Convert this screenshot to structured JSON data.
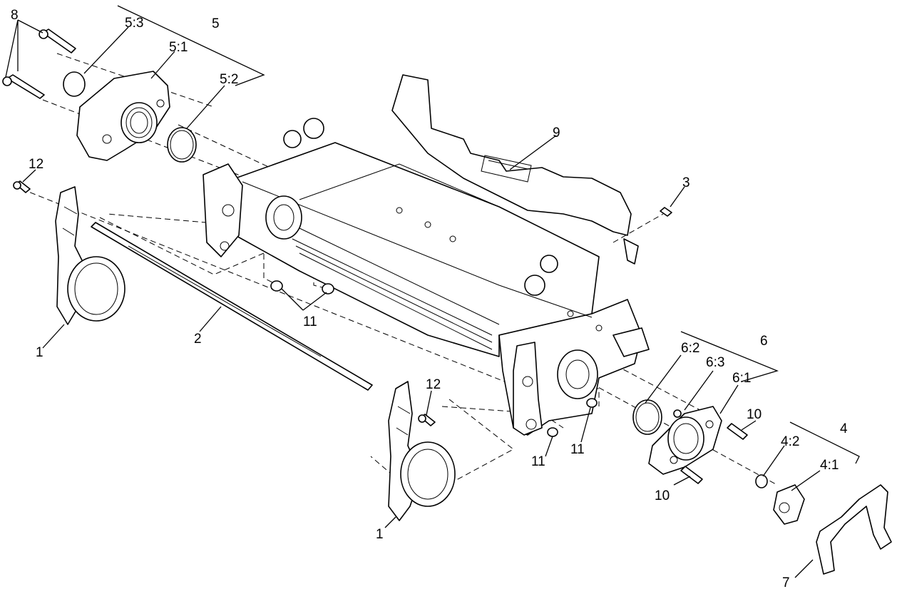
{
  "callouts": [
    {
      "id": "1a",
      "text": "1"
    },
    {
      "id": "1b",
      "text": "1"
    },
    {
      "id": "2",
      "text": "2"
    },
    {
      "id": "3",
      "text": "3"
    },
    {
      "id": "4",
      "text": "4"
    },
    {
      "id": "4_1",
      "text": "4:1"
    },
    {
      "id": "4_2",
      "text": "4:2"
    },
    {
      "id": "5",
      "text": "5"
    },
    {
      "id": "5_1",
      "text": "5:1"
    },
    {
      "id": "5_2",
      "text": "5:2"
    },
    {
      "id": "5_3",
      "text": "5:3"
    },
    {
      "id": "6",
      "text": "6"
    },
    {
      "id": "6_1",
      "text": "6:1"
    },
    {
      "id": "6_2",
      "text": "6:2"
    },
    {
      "id": "6_3",
      "text": "6:3"
    },
    {
      "id": "7",
      "text": "7"
    },
    {
      "id": "8",
      "text": "8"
    },
    {
      "id": "9",
      "text": "9"
    },
    {
      "id": "10a",
      "text": "10"
    },
    {
      "id": "10b",
      "text": "10"
    },
    {
      "id": "11a",
      "text": "11"
    },
    {
      "id": "11b",
      "text": "11"
    },
    {
      "id": "11c",
      "text": "11"
    },
    {
      "id": "12a",
      "text": "12"
    },
    {
      "id": "12b",
      "text": "12"
    }
  ]
}
